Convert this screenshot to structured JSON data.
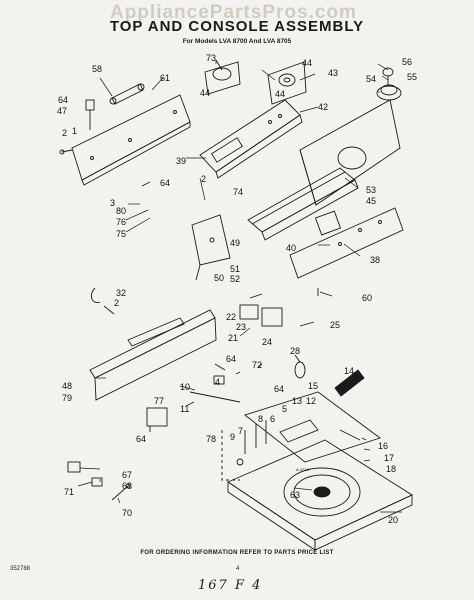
{
  "watermark": "AppliancePartsPros.com",
  "title": "TOP AND CONSOLE ASSEMBLY",
  "subtitle": "For Models LVA 8700 And LVA 8705",
  "footer": "FOR ORDERING INFORMATION REFER TO PARTS PRICE LIST",
  "code_left": "352788",
  "page_number": "4",
  "figure_code": "A-3716",
  "handwritten_note": "167 F 4",
  "callouts": [
    {
      "id": "c58",
      "text": "58"
    },
    {
      "id": "c73",
      "text": "73"
    },
    {
      "id": "c61",
      "text": "61"
    },
    {
      "id": "c44a",
      "text": "44"
    },
    {
      "id": "c44b",
      "text": "44"
    },
    {
      "id": "c44c",
      "text": "44"
    },
    {
      "id": "c43",
      "text": "43"
    },
    {
      "id": "c56",
      "text": "56"
    },
    {
      "id": "c55",
      "text": "55"
    },
    {
      "id": "c54",
      "text": "54"
    },
    {
      "id": "c64a",
      "text": "64"
    },
    {
      "id": "c47",
      "text": "47"
    },
    {
      "id": "c1",
      "text": "1"
    },
    {
      "id": "c42",
      "text": "42"
    },
    {
      "id": "c2a",
      "text": "2"
    },
    {
      "id": "c39",
      "text": "39"
    },
    {
      "id": "c2b",
      "text": "2"
    },
    {
      "id": "c64b",
      "text": "64"
    },
    {
      "id": "c3",
      "text": "3"
    },
    {
      "id": "c53",
      "text": "53"
    },
    {
      "id": "c45",
      "text": "45"
    },
    {
      "id": "c74",
      "text": "74"
    },
    {
      "id": "c80",
      "text": "80"
    },
    {
      "id": "c76",
      "text": "76"
    },
    {
      "id": "c75",
      "text": "75"
    },
    {
      "id": "c49",
      "text": "49"
    },
    {
      "id": "c40",
      "text": "40"
    },
    {
      "id": "c51",
      "text": "51"
    },
    {
      "id": "c52",
      "text": "52"
    },
    {
      "id": "c50",
      "text": "50"
    },
    {
      "id": "c38",
      "text": "38"
    },
    {
      "id": "c60",
      "text": "60"
    },
    {
      "id": "c32",
      "text": "32"
    },
    {
      "id": "c2c",
      "text": "2"
    },
    {
      "id": "c22",
      "text": "22"
    },
    {
      "id": "c23",
      "text": "23"
    },
    {
      "id": "c25",
      "text": "25"
    },
    {
      "id": "c21",
      "text": "21"
    },
    {
      "id": "c24",
      "text": "24"
    },
    {
      "id": "c64c",
      "text": "64"
    },
    {
      "id": "c72",
      "text": "72"
    },
    {
      "id": "c28",
      "text": "28"
    },
    {
      "id": "c14",
      "text": "14"
    },
    {
      "id": "c48",
      "text": "48"
    },
    {
      "id": "c79",
      "text": "79"
    },
    {
      "id": "c10",
      "text": "10"
    },
    {
      "id": "c4",
      "text": "4"
    },
    {
      "id": "c64d",
      "text": "64"
    },
    {
      "id": "c15",
      "text": "15"
    },
    {
      "id": "c11",
      "text": "11"
    },
    {
      "id": "c5",
      "text": "5"
    },
    {
      "id": "c13",
      "text": "13"
    },
    {
      "id": "c12",
      "text": "12"
    },
    {
      "id": "c77",
      "text": "77"
    },
    {
      "id": "c7",
      "text": "7"
    },
    {
      "id": "c8",
      "text": "8"
    },
    {
      "id": "c6",
      "text": "6"
    },
    {
      "id": "c64e",
      "text": "64"
    },
    {
      "id": "c9",
      "text": "9"
    },
    {
      "id": "c78",
      "text": "78"
    },
    {
      "id": "c16",
      "text": "16"
    },
    {
      "id": "c17",
      "text": "17"
    },
    {
      "id": "c18",
      "text": "18"
    },
    {
      "id": "c67",
      "text": "67"
    },
    {
      "id": "c68",
      "text": "68"
    },
    {
      "id": "c71",
      "text": "71"
    },
    {
      "id": "c70",
      "text": "70"
    },
    {
      "id": "c63",
      "text": "63"
    },
    {
      "id": "c20",
      "text": "20"
    }
  ]
}
